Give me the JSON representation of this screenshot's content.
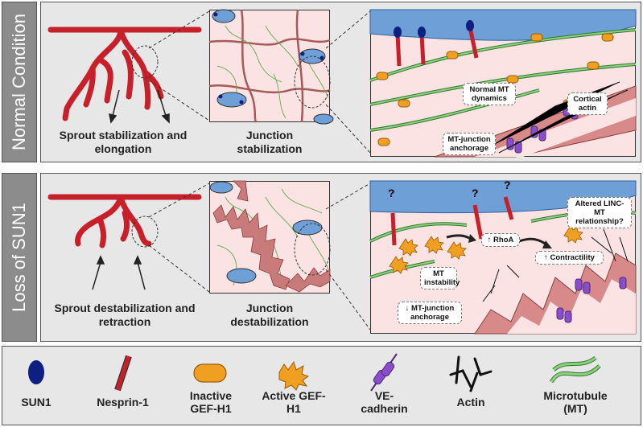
{
  "rows": {
    "normal": {
      "side_label": "Normal Condition",
      "sprout_caption": "Sprout stabilization and elongation",
      "junction_caption": "Junction stabilization",
      "callouts": {
        "mt_dynamics": "Normal MT dynamics",
        "cortical_actin": "Cortical actin",
        "anchorage": "MT-junction anchorage"
      }
    },
    "loss": {
      "side_label": "Loss of SUN1",
      "sprout_caption": "Sprout destabilization and retraction",
      "junction_caption": "Junction destabilization",
      "question_mark": "?",
      "callouts": {
        "linc": "Altered LINC-MT relationship?",
        "rhoa": "RhoA",
        "contractility": "Contractility",
        "mt_instability": "MT instability",
        "anchorage": "MT-junction anchorage"
      },
      "arrows": {
        "up": "↑",
        "down": "↓"
      }
    }
  },
  "legend": [
    {
      "icon": "sun1-icon",
      "label": "SUN1"
    },
    {
      "icon": "nesprin-icon",
      "label": "Nesprin-1"
    },
    {
      "icon": "inactive-gef-icon",
      "label": "Inactive GEF-H1"
    },
    {
      "icon": "active-gef-icon",
      "label": "Active GEF-H1"
    },
    {
      "icon": "ve-cadherin-icon",
      "label": "VE-cadherin"
    },
    {
      "icon": "actin-icon",
      "label": "Actin"
    },
    {
      "icon": "microtubule-icon",
      "label": "Microtubule (MT)"
    }
  ],
  "colors": {
    "vessel": "#c8202a",
    "nucleus": "#6e9fd6",
    "sun1": "#0d1f80",
    "gef_inactive": "#f0a020",
    "ve_cadherin": "#8a4fc8",
    "microtubule": "#5aa84e",
    "junction": "#c97a7a",
    "cell_bg": "#fbe3e3"
  }
}
